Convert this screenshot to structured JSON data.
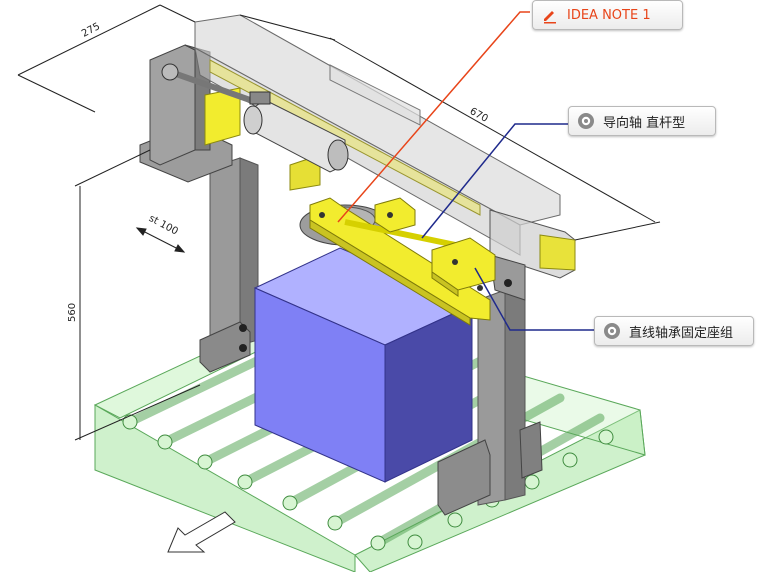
{
  "callouts": {
    "idea_note": {
      "label": "IDEA NOTE 1",
      "icon": "pencil-icon",
      "color": "#e8451a"
    },
    "guide_shaft": {
      "label": "导向轴 直杆型",
      "icon": "gear-icon"
    },
    "bearing_holder": {
      "label": "直线轴承固定座组",
      "icon": "gear-icon"
    }
  },
  "dimensions": {
    "width": "275",
    "length": "670",
    "height": "560",
    "stroke": "st 100"
  },
  "colors": {
    "leader_red": "#e8451a",
    "leader_blue": "#1f2a8c",
    "workpiece": "#7f80f5",
    "conveyor": "#9fe39a",
    "yellow_parts": "#f2ec2e",
    "frame": "#8d8d8d"
  }
}
